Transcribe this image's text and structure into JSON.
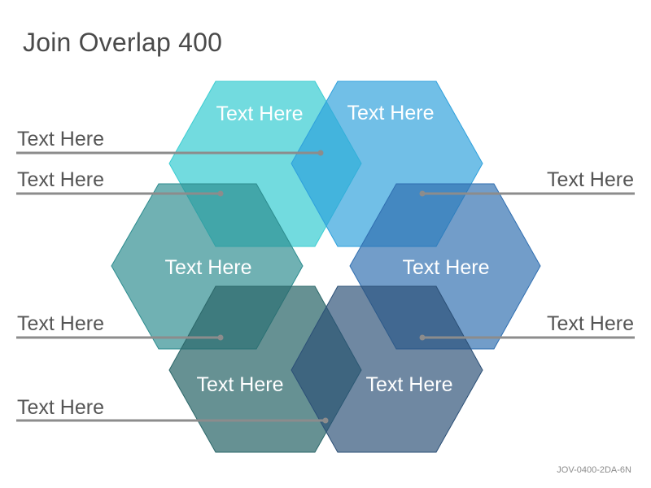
{
  "title": "Join Overlap 400",
  "code": "JOV-0400-2DA-6N",
  "hexagons": [
    {
      "label": "Text Here",
      "color": "#3ccdd2"
    },
    {
      "label": "Text Here",
      "color": "#2ea0dc"
    },
    {
      "label": "Text Here",
      "color": "#2c8c8f"
    },
    {
      "label": "Text Here",
      "color": "#2f6eb0"
    },
    {
      "label": "Text Here",
      "color": "#2b6769"
    },
    {
      "label": "Text Here",
      "color": "#2b4f76"
    }
  ],
  "callouts": [
    {
      "label": "Text Here",
      "side": "left"
    },
    {
      "label": "Text Here",
      "side": "left"
    },
    {
      "label": "Text Here",
      "side": "left"
    },
    {
      "label": "Text Here",
      "side": "left"
    },
    {
      "label": "Text Here",
      "side": "right"
    },
    {
      "label": "Text Here",
      "side": "right"
    }
  ],
  "colors": {
    "callout_line": "#8c8c8c",
    "callout_dot": "#8c8c8c"
  }
}
